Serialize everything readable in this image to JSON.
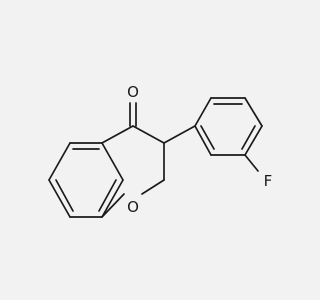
{
  "molecule": {
    "atoms": {
      "carbonyl_oxygen": "O",
      "ring_oxygen": "O",
      "fluorine": "F"
    }
  }
}
